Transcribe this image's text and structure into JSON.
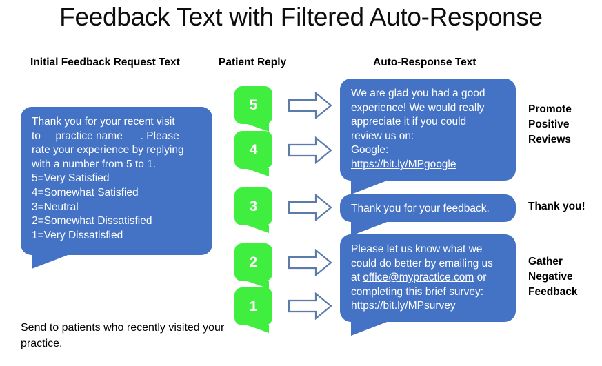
{
  "slide": {
    "title": "Feedback Text with Filtered Auto-Response",
    "footer_note": "Send to patients who recently visited your practice."
  },
  "headers": {
    "initial": "Initial Feedback Request Text",
    "reply": "Patient Reply",
    "auto": "Auto-Response Text"
  },
  "initial_request": {
    "lines": [
      "Thank you for your recent visit",
      "to __practice name___. Please",
      "rate your experience by replying",
      "with a number from 5 to 1.",
      "5=Very Satisfied",
      "4=Somewhat Satisfied",
      "3=Neutral",
      "2=Somewhat Dissatisfied",
      "1=Very Dissatisfied"
    ]
  },
  "replies": [
    {
      "value": "5"
    },
    {
      "value": "4"
    },
    {
      "value": "3"
    },
    {
      "value": "2"
    },
    {
      "value": "1"
    }
  ],
  "responses": {
    "positive": {
      "line1": "We are glad you had a good",
      "line2": "experience!  We would really",
      "line3": "appreciate it if you could",
      "line4": "review us on:",
      "line5": "Google:",
      "link": "https://bit.ly/MPgoogle"
    },
    "neutral": {
      "text": "Thank you for your feedback."
    },
    "negative": {
      "line1": "Please let us know what we",
      "line2": "could do better by emailing us",
      "line3_prefix": "at ",
      "email": "office@mypractice.com",
      "line3_suffix": " or",
      "line4": "completing this brief survey:",
      "line5": "https://bit.ly/MPsurvey"
    }
  },
  "outcome_labels": {
    "promote": "Promote\nPositive\nReviews",
    "promote_lines": [
      "Promote",
      "Positive",
      "Reviews"
    ],
    "thanks": "Thank you!",
    "gather_lines": [
      "Gather",
      "Negative",
      "Feedback"
    ]
  },
  "colors": {
    "bubble_blue": "#4472C4",
    "bubble_green": "#3FEE3F",
    "arrow_stroke": "#5B7CA8",
    "arrow_fill": "#FFFFFF",
    "text_on_bubble": "#FFFFFF",
    "background": "#FFFFFF"
  },
  "icons": {
    "arrow": "right-arrow-icon"
  }
}
